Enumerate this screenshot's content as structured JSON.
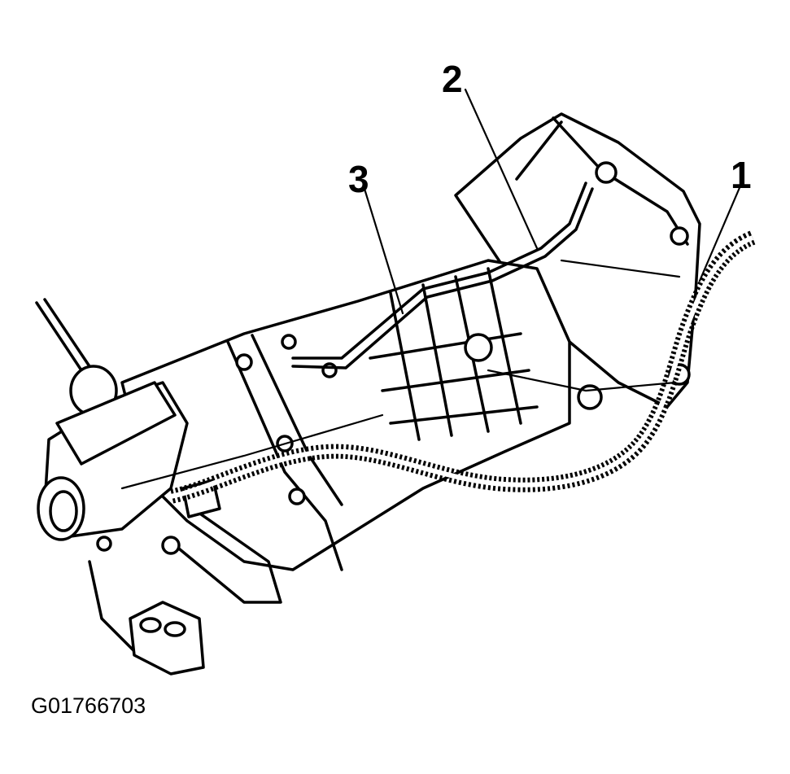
{
  "callouts": [
    {
      "label": "1"
    },
    {
      "label": "2"
    },
    {
      "label": "3"
    }
  ],
  "figure_id": "G01766703",
  "colors": {
    "ink": "#000000",
    "paper": "#ffffff"
  }
}
